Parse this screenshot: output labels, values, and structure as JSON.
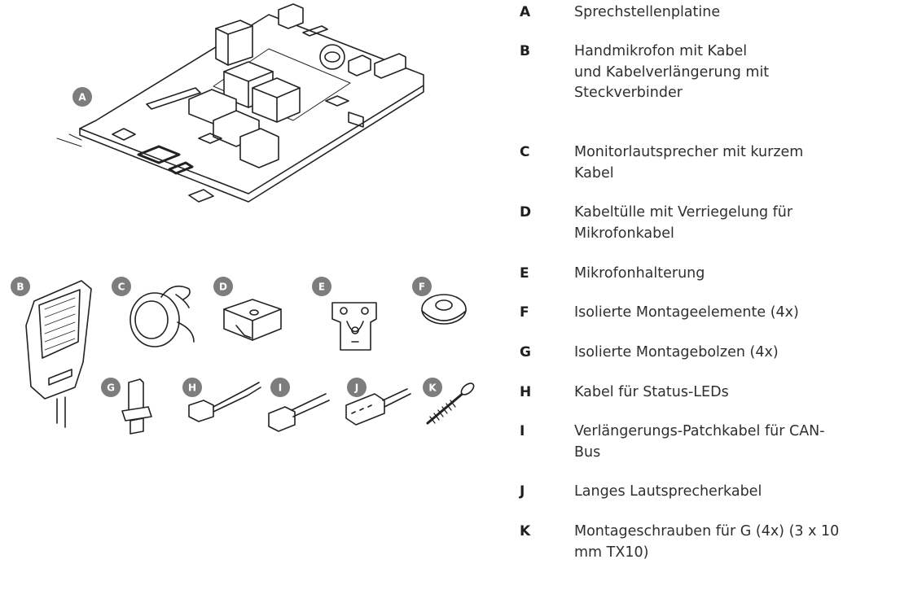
{
  "illustration": {
    "badges": [
      "A",
      "B",
      "C",
      "D",
      "E",
      "F",
      "G",
      "H",
      "I",
      "J",
      "K"
    ]
  },
  "legend": [
    {
      "letter": "A",
      "text": "Sprechstellenplatine"
    },
    {
      "letter": "B",
      "text": "Handmikrofon mit Kabel und Kabelverlängerung mit Steckverbinder"
    },
    {
      "letter": "C",
      "text": "Monitorlautsprecher mit kurzem Kabel"
    },
    {
      "letter": "D",
      "text": "Kabeltülle mit Verriegelung für Mikrofonkabel"
    },
    {
      "letter": "E",
      "text": "Mikrofonhalterung"
    },
    {
      "letter": "F",
      "text": "Isolierte Montageelemente (4x)"
    },
    {
      "letter": "G",
      "text": "Isolierte Montagebolzen (4x)"
    },
    {
      "letter": "H",
      "text": "Kabel für Status-LEDs"
    },
    {
      "letter": "I",
      "text": "Verlängerungs-Patchkabel für CAN-Bus"
    },
    {
      "letter": "J",
      "text": "Langes Lautsprecherkabel"
    },
    {
      "letter": "K",
      "text": "Montageschrauben für G (4x) (3 x 10 mm TX10)"
    }
  ]
}
